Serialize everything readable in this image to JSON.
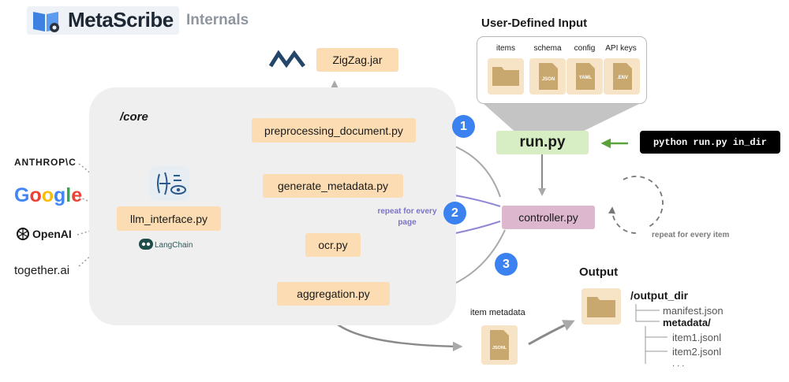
{
  "header": {
    "brand": "MetaScribe",
    "subtitle": "Internals"
  },
  "core": {
    "label": "/core",
    "zigzag": "ZigZag.jar",
    "preprocessing": "preprocessing_document.py",
    "generate_metadata": "generate_metadata.py",
    "llm_interface": "llm_interface.py",
    "ocr": "ocr.py",
    "aggregation": "aggregation.py",
    "langchain": "LangChain"
  },
  "providers": {
    "anthropic": "ANTHROP\\C",
    "google": "Google",
    "openai": "OpenAI",
    "together": "together.ai"
  },
  "user_input": {
    "title": "User-Defined Input",
    "items": [
      {
        "label": "items",
        "tag": "",
        "icon": "folder-icon"
      },
      {
        "label": "schema",
        "tag": "JSON",
        "icon": "json-file-icon"
      },
      {
        "label": "config",
        "tag": "YAML",
        "icon": "yaml-file-icon"
      },
      {
        "label": "API keys",
        "tag": ".ENV",
        "icon": "env-file-icon"
      }
    ]
  },
  "run": {
    "runpy": "run.py",
    "command": "python run.py in_dir",
    "controller": "controller.py",
    "repeat_page": "repeat for every page",
    "repeat_item": "repeat for every item"
  },
  "steps": [
    "1",
    "2",
    "3"
  ],
  "output": {
    "title": "Output",
    "item_metadata": "item metadata",
    "jsonl_tag": "JSONL",
    "root": "/output_dir",
    "manifest": "manifest.json",
    "metadata_dir": "metadata/",
    "item1": "item1.jsonl",
    "item2": "item2.jsonl",
    "ellipsis": ". . ."
  },
  "colors": {
    "file_box": "#fbdcb3",
    "runpy_box": "#d7edc4",
    "controller_box": "#dcb7cd",
    "step_circle": "#3b82f0",
    "page_loop_arrow": "#8f87d6",
    "gray_arrow": "#a9a9a9",
    "green_arrow": "#5aa23a",
    "core_bg": "#efefef"
  }
}
